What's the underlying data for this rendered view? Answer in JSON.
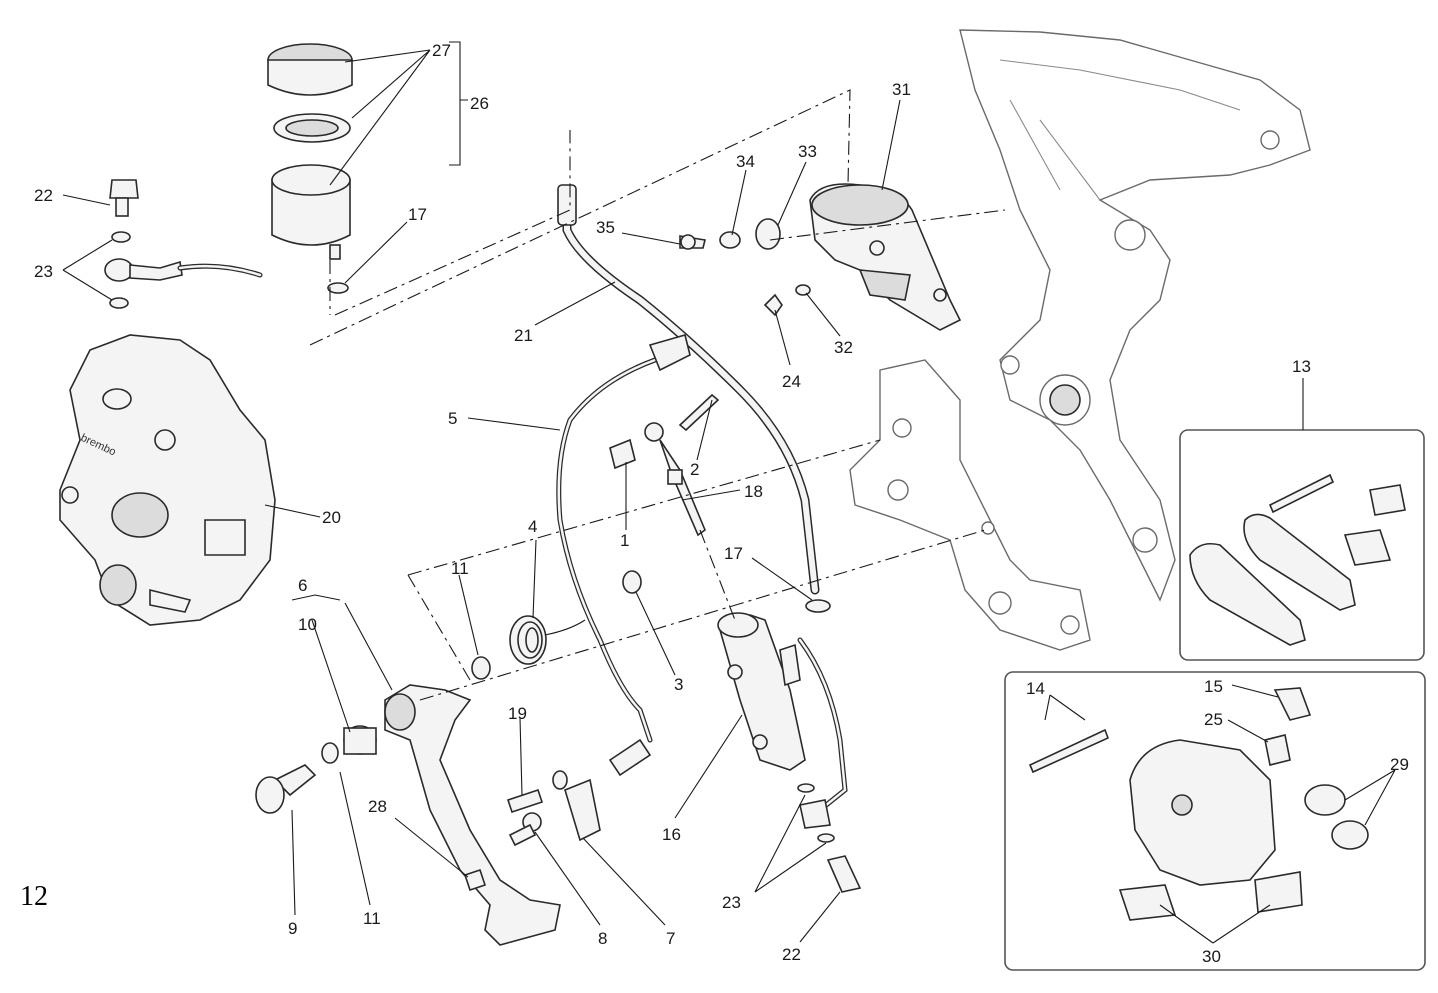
{
  "page_number": "12",
  "callouts": [
    "1",
    "2",
    "3",
    "4",
    "5",
    "6",
    "7",
    "8",
    "9",
    "10",
    "11",
    "11",
    "13",
    "14",
    "15",
    "16",
    "17",
    "17",
    "18",
    "19",
    "20",
    "21",
    "22",
    "22",
    "23",
    "23",
    "23",
    "24",
    "25",
    "26",
    "27",
    "28",
    "29",
    "30",
    "31",
    "32",
    "33",
    "34",
    "35"
  ]
}
